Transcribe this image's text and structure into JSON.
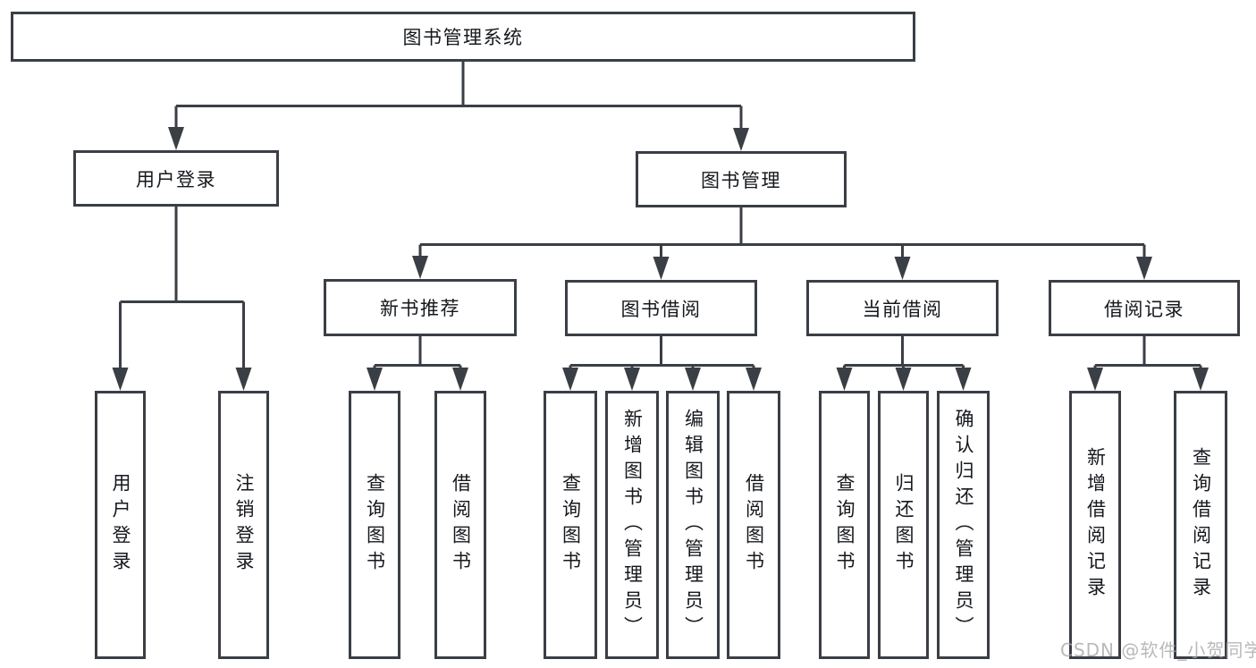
{
  "palette": {
    "line": "#3a3e45",
    "text": "#15181d",
    "background": "#ffffff",
    "watermark": "#a8a8a8"
  },
  "watermark": "CSDN @软件_小贺同学",
  "tree": {
    "root": {
      "label": "图书管理系统",
      "children": [
        {
          "label": "用户登录",
          "children": [
            {
              "label": "用户登录"
            },
            {
              "label": "注销登录"
            }
          ]
        },
        {
          "label": "图书管理",
          "children": [
            {
              "label": "新书推荐",
              "children": [
                {
                  "label": "查询图书"
                },
                {
                  "label": "借阅图书"
                }
              ]
            },
            {
              "label": "图书借阅",
              "children": [
                {
                  "label": "查询图书"
                },
                {
                  "label": "新增图书（管理员）"
                },
                {
                  "label": "编辑图书（管理员）"
                },
                {
                  "label": "借阅图书"
                }
              ]
            },
            {
              "label": "当前借阅",
              "children": [
                {
                  "label": "查询图书"
                },
                {
                  "label": "归还图书"
                },
                {
                  "label": "确认归还（管理员）"
                }
              ]
            },
            {
              "label": "借阅记录",
              "children": [
                {
                  "label": "新增借阅记录"
                },
                {
                  "label": "查询借阅记录"
                }
              ]
            }
          ]
        }
      ]
    }
  }
}
